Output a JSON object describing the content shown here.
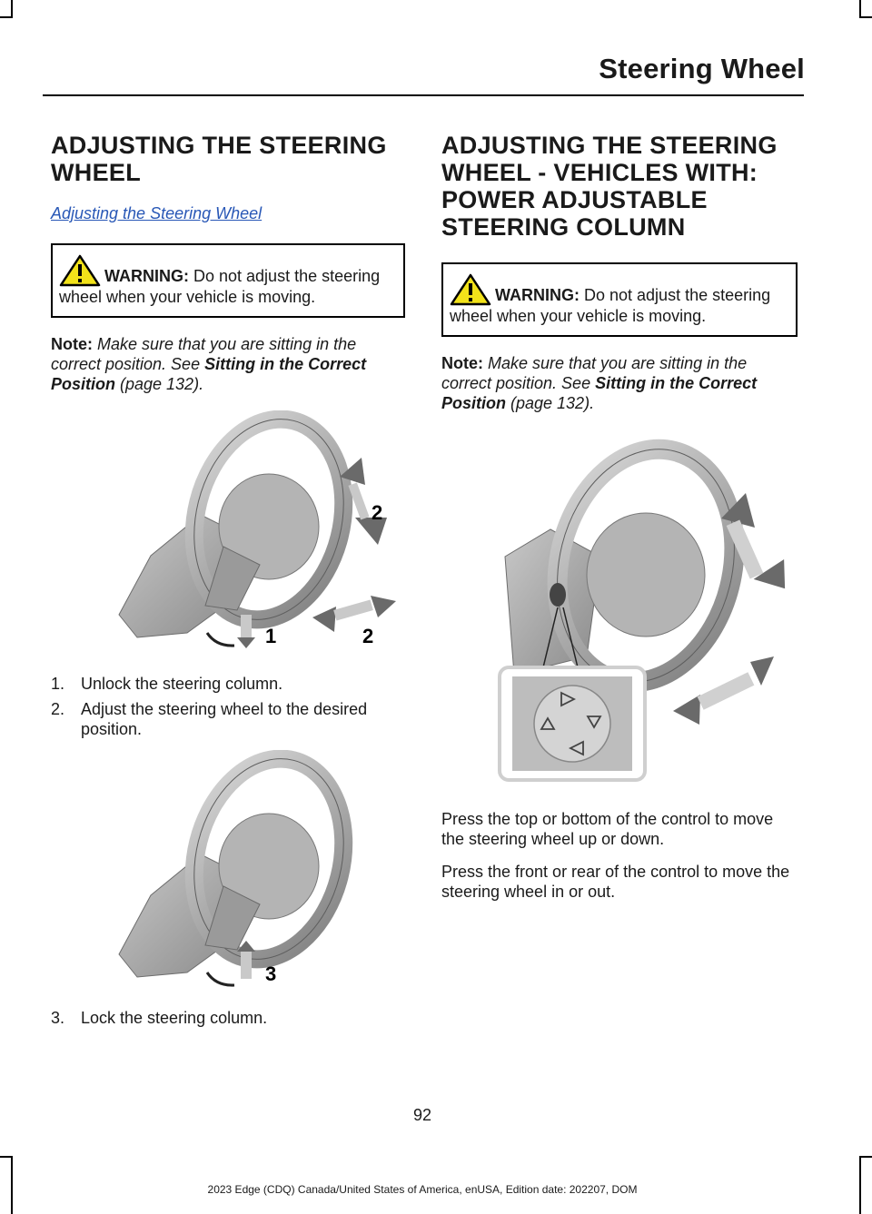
{
  "header": {
    "title": "Steering Wheel"
  },
  "left": {
    "heading": "ADJUSTING THE STEERING WHEEL",
    "link_text": "Adjusting the Steering Wheel",
    "warning": {
      "label": "WARNING:",
      "text": " Do not adjust the steering wheel when your vehicle is moving."
    },
    "note": {
      "label": "Note:",
      "text": " Make sure that you are sitting in the correct position.  See ",
      "ref": "Sitting in the Correct Position",
      "page": " (page 132)."
    },
    "figure1_callouts": [
      "2",
      "1",
      "2"
    ],
    "steps": [
      {
        "num": "1.",
        "text": "Unlock the steering column."
      },
      {
        "num": "2.",
        "text": "Adjust the steering wheel to the desired position."
      }
    ],
    "figure2_callout": "3",
    "step3": {
      "num": "3.",
      "text": "Lock the steering column."
    }
  },
  "right": {
    "heading": "ADJUSTING THE STEERING WHEEL - VEHICLES WITH: POWER ADJUSTABLE STEERING COLUMN",
    "warning": {
      "label": "WARNING:",
      "text": " Do not adjust the steering wheel when your vehicle is moving."
    },
    "note": {
      "label": "Note:",
      "text": "  Make sure that you are sitting in the correct position.  See ",
      "ref": "Sitting in the Correct Position",
      "page": " (page 132)."
    },
    "para1": "Press the top or bottom of the control to move the steering wheel up or down.",
    "para2": "Press the front or rear of the control to move the steering wheel in or out."
  },
  "page_number": "92",
  "footer": "2023 Edge (CDQ) Canada/United States of America, enUSA, Edition date: 202207, DOM",
  "colors": {
    "link": "#2857b6",
    "warning_yellow": "#f2e21a",
    "arrow_gray": "#6a6a6a"
  }
}
